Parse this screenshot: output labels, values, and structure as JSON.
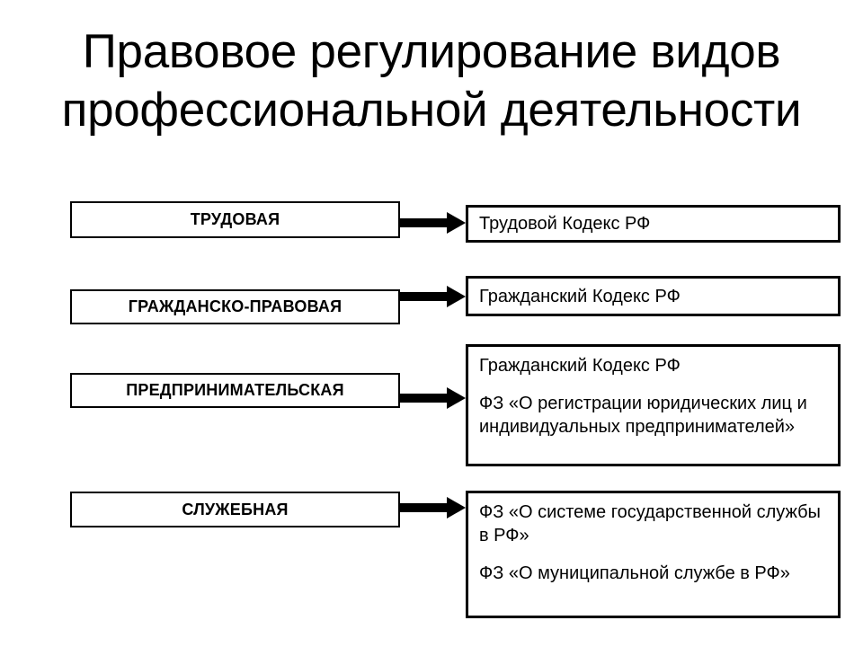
{
  "slide": {
    "title": "Правовое регулирование видов\nпрофессиональной деятельности",
    "background_color": "#ffffff",
    "text_color": "#000000",
    "border_color": "#000000"
  },
  "rows": [
    {
      "category": "ТРУДОВАЯ",
      "arrow": "arrow-right",
      "regulations": [
        "Трудовой Кодекс РФ"
      ]
    },
    {
      "category": "ГРАЖДАНСКО-ПРАВОВАЯ",
      "arrow": "arrow-right",
      "regulations": [
        "Гражданский  Кодекс РФ"
      ]
    },
    {
      "category": "ПРЕДПРИНИМАТЕЛЬСКАЯ",
      "arrow": "arrow-right",
      "regulations": [
        "Гражданский Кодекс РФ",
        "ФЗ «О регистрации юридических лиц и индивидуальных предпринимателей»"
      ]
    },
    {
      "category": "СЛУЖЕБНАЯ",
      "arrow": "arrow-right",
      "regulations": [
        "ФЗ «О системе государственной службы в РФ»",
        "ФЗ «О муниципальной службе в РФ»"
      ]
    }
  ]
}
